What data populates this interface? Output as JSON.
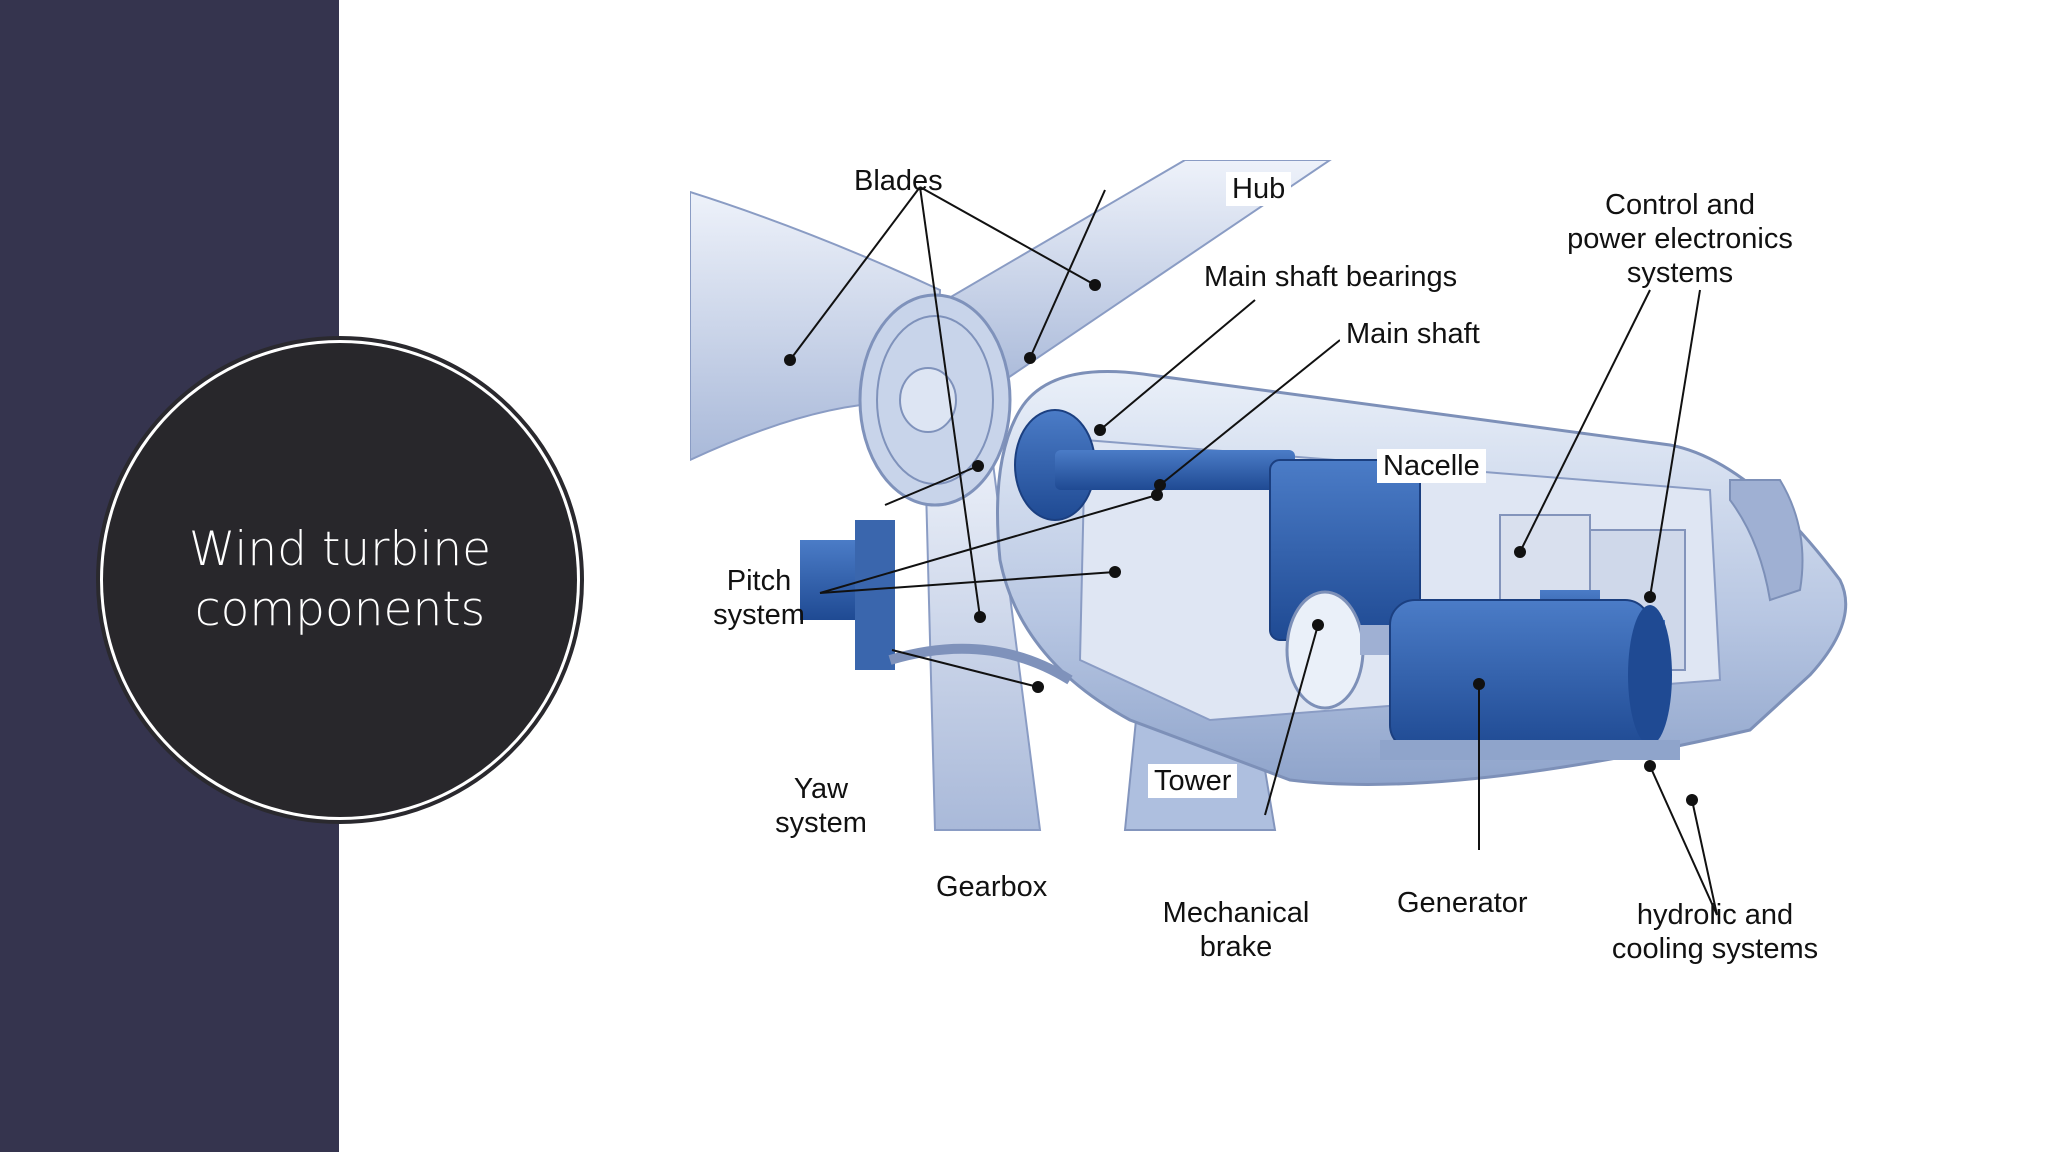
{
  "slide": {
    "title": "Wind turbine components"
  },
  "diagram": {
    "labels": {
      "blades": "Blades",
      "hub": "Hub",
      "main_shaft_bearings": "Main shaft bearings",
      "main_shaft": "Main shaft",
      "control_line1": "Control and",
      "control_line2": "power electronics",
      "control_line3": "systems",
      "nacelle": "Nacelle",
      "pitch_line1": "Pitch",
      "pitch_line2": "system",
      "yaw_line1": "Yaw",
      "yaw_line2": "system",
      "gearbox": "Gearbox",
      "tower": "Tower",
      "brake_line1": "Mechanical",
      "brake_line2": "brake",
      "generator": "Generator",
      "hydro_line1": "hydrolic and",
      "hydro_line2": "cooling systems"
    },
    "colors": {
      "sidebar": "#35344e",
      "circle": "#28272b",
      "machinery": "#2e5fae",
      "housing": "#b9c7e2"
    }
  }
}
